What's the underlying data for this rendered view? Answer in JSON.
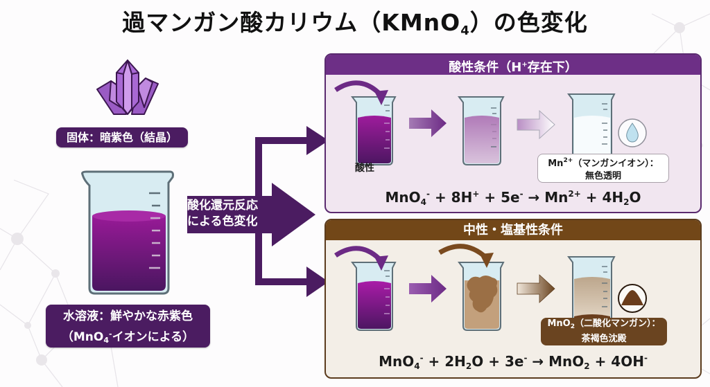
{
  "title": {
    "prefix": "過マンガン酸カリウム（KMnO",
    "subscript": "4",
    "suffix": "）の色変化"
  },
  "left": {
    "solid_label": "固体：暗紫色（結晶）",
    "solution_label_line1": "水溶液：鮮やかな赤紫色",
    "solution_label_line2_prefix": "（MnO",
    "solution_label_line2_sub": "4",
    "solution_label_line2_sup": "-",
    "solution_label_line2_suffix": "イオンによる）",
    "crystal_icon": "crystal-icon",
    "beaker_icon": "beaker-icon"
  },
  "redox_arrow": {
    "line1": "酸化還元反応",
    "line2": "による色変化"
  },
  "acidic": {
    "header_prefix": "酸性条件（H",
    "header_sup": "+",
    "header_suffix": "存在下）",
    "beaker1_label": "酸性",
    "result_line1_prefix": "Mn",
    "result_line1_sup": "2+",
    "result_line1_suffix": "（マンガンイオン）：",
    "result_line2": "無色透明",
    "result_icon": "water-drop-icon",
    "equation": [
      {
        "t": "MnO"
      },
      {
        "sub": "4"
      },
      {
        "sup": "-"
      },
      {
        "t": " + 8H"
      },
      {
        "sup": "+"
      },
      {
        "t": " + 5e"
      },
      {
        "sup": "-"
      },
      {
        "t": " → Mn"
      },
      {
        "sup": "2+"
      },
      {
        "t": " + 4H"
      },
      {
        "sub": "2"
      },
      {
        "t": "O"
      }
    ],
    "colors": {
      "header": "#6d2f86",
      "panel": "#f1e6f0"
    }
  },
  "basic": {
    "header": "中性・塩基性条件",
    "result_line1_prefix": "MnO",
    "result_line1_sub": "2",
    "result_line1_suffix": "（二酸化マンガン）：",
    "result_line2": "茶褐色沈殿",
    "result_icon": "precipitate-pile-icon",
    "equation": [
      {
        "t": "MnO"
      },
      {
        "sub": "4"
      },
      {
        "sup": "-"
      },
      {
        "t": " + 2H"
      },
      {
        "sub": "2"
      },
      {
        "t": "O + 3e"
      },
      {
        "sup": "-"
      },
      {
        "t": " → MnO"
      },
      {
        "sub": "2"
      },
      {
        "t": " + 4OH"
      },
      {
        "sup": "-"
      }
    ],
    "colors": {
      "header": "#724718",
      "panel": "#f3eee7"
    }
  },
  "colors": {
    "purple_dark": "#4b1c61",
    "purple_solution": "#8b1a8f",
    "brown_precipitate": "#6a3d1c",
    "light_purple_solution": "#b88fbf"
  }
}
